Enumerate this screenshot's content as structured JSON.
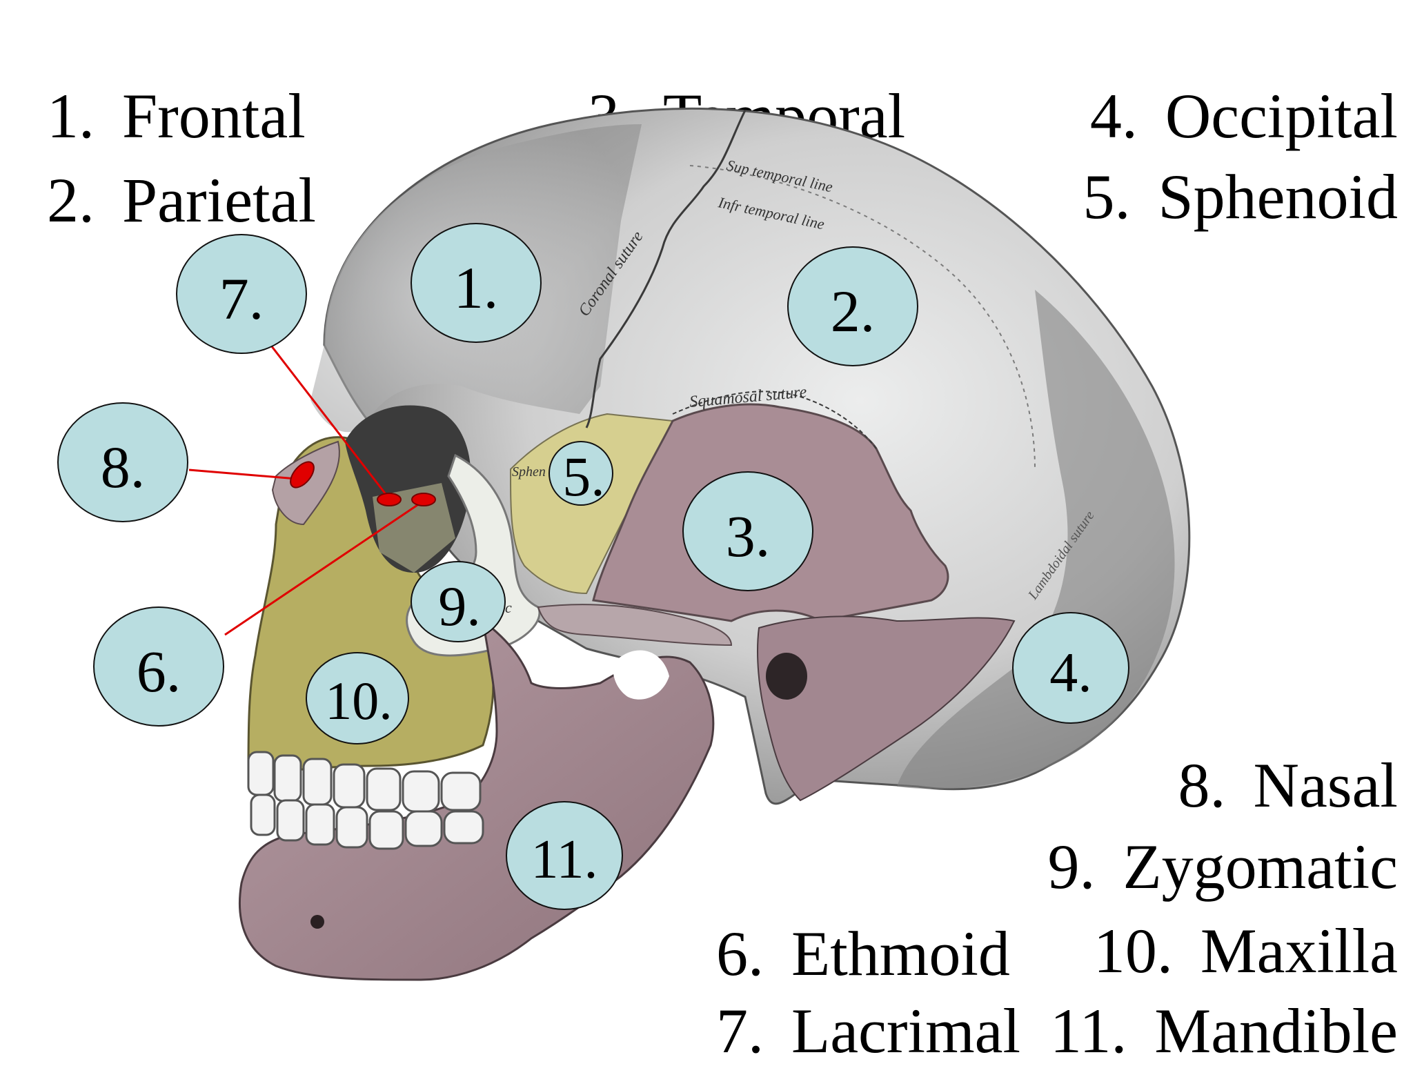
{
  "legend": [
    {
      "number": "1.",
      "name": "Frontal"
    },
    {
      "number": "2.",
      "name": "Parietal"
    },
    {
      "number": "3.",
      "name": "Temporal"
    },
    {
      "number": "4.",
      "name": "Occipital"
    },
    {
      "number": "5.",
      "name": "Sphenoid"
    },
    {
      "number": "6.",
      "name": "Ethmoid"
    },
    {
      "number": "7.",
      "name": "Lacrimal"
    },
    {
      "number": "8.",
      "name": "Nasal"
    },
    {
      "number": "9.",
      "name": "Zygomatic"
    },
    {
      "number": "10.",
      "name": "Maxilla"
    },
    {
      "number": "11.",
      "name": "Mandible"
    }
  ],
  "markers": [
    "1.",
    "2.",
    "3.",
    "4.",
    "5.",
    "6.",
    "7.",
    "8.",
    "9.",
    "10.",
    "11."
  ],
  "engravings": {
    "sup_temporal_line": "Sup temporal line",
    "infr_temporal_line": "Infr temporal line",
    "coronal_suture": "Coronal suture",
    "squamosal_suture": "Squamosal suture",
    "lambdoidal_suture": "Lambdoidal suture",
    "sphenoid_abbrev": "Sphen",
    "zygomatic_abbrev": "c"
  },
  "colors": {
    "marker_fill": "#b9dde0",
    "bone_grey": "#c8c8c8",
    "temporal_mauve": "#a98d95",
    "sphenoid_yellow": "#d6cf8f",
    "maxilla_olive": "#b6ae62",
    "zygomatic_white": "#e9ebe5",
    "leader_red": "#e00000",
    "mandible_mauve": "#a58992"
  }
}
